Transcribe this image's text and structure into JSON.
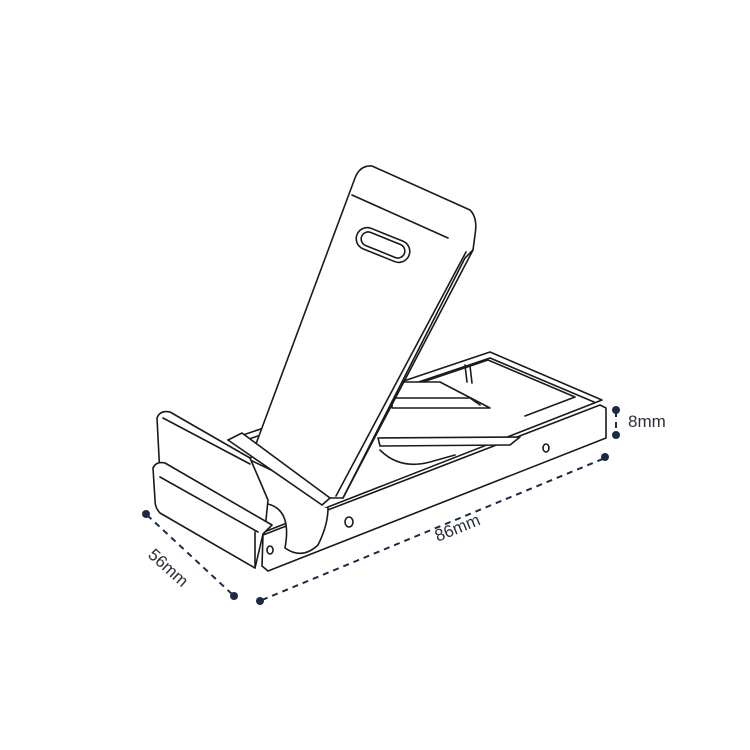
{
  "diagram": {
    "subject": "foldable phone stand",
    "dimensions": {
      "height": "8mm",
      "length": "86mm",
      "width": "56mm"
    },
    "colors": {
      "outline": "#1a1a1a",
      "dimension": "#1c2a44",
      "background": "#ffffff"
    }
  }
}
